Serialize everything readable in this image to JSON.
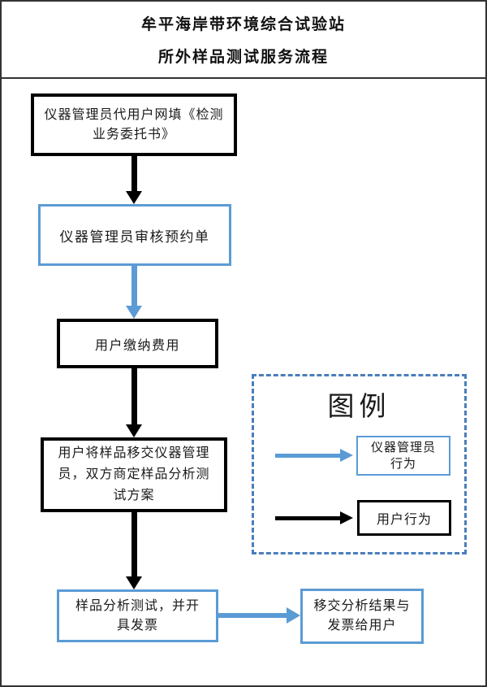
{
  "header": {
    "title_line1": "牟平海岸带环境综合试验站",
    "title_line2": "所外样品测试服务流程"
  },
  "flowchart": {
    "nodes": [
      {
        "border": "black",
        "lines": [
          "仪器管理员代用户网填《检测",
          "业务委托书》"
        ]
      },
      {
        "border": "blue",
        "lines": [
          "仪器管理员审核预约单"
        ]
      },
      {
        "border": "black",
        "lines": [
          "用户缴纳费用"
        ]
      },
      {
        "border": "black",
        "lines": [
          "用户将样品移交仪器管理",
          "员，双方商定样品分析测",
          "试方案"
        ]
      },
      {
        "border": "blue",
        "lines": [
          "样品分析测试，并开",
          "具发票"
        ]
      },
      {
        "border": "blue",
        "lines": [
          "移交分析结果与",
          "发票给用户"
        ]
      }
    ],
    "connectors": [
      {
        "from": 1,
        "to": 2,
        "direction": "down",
        "color": "black"
      },
      {
        "from": 2,
        "to": 3,
        "direction": "down",
        "color": "blue"
      },
      {
        "from": 3,
        "to": 4,
        "direction": "down",
        "color": "black"
      },
      {
        "from": 4,
        "to": 5,
        "direction": "down",
        "color": "black"
      },
      {
        "from": 5,
        "to": 6,
        "direction": "right",
        "color": "blue"
      }
    ]
  },
  "legend": {
    "title": "图例",
    "items": [
      {
        "arrow_color": "blue",
        "lines": [
          "仪器管理员",
          "行为"
        ]
      },
      {
        "arrow_color": "black",
        "lines": [
          "用户行为"
        ]
      }
    ]
  },
  "colors": {
    "manager_blue": "#5B9BD5",
    "legend_dash_blue": "#4a7ebb",
    "user_black": "#000000",
    "frame_gray": "#333333"
  }
}
